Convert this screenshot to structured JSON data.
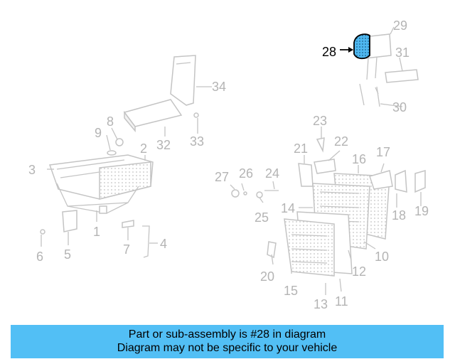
{
  "diagram": {
    "labels": {
      "l1": "1",
      "l2": "2",
      "l3": "3",
      "l4": "4",
      "l5": "5",
      "l6": "6",
      "l7": "7",
      "l8": "8",
      "l9": "9",
      "l10": "10",
      "l11": "11",
      "l12": "12",
      "l13": "13",
      "l14": "14",
      "l15": "15",
      "l16": "16",
      "l17": "17",
      "l18": "18",
      "l19": "19",
      "l20": "20",
      "l21": "21",
      "l22": "22",
      "l23": "23",
      "l24": "24",
      "l25": "25",
      "l26": "26",
      "l27": "27",
      "l28": "28",
      "l29": "29",
      "l30": "30",
      "l31": "31",
      "l32": "32",
      "l33": "33",
      "l34": "34"
    },
    "highlighted_part": "28",
    "highlight_color": "#4fb8f0"
  },
  "banner": {
    "line1": "Part or sub-assembly is #28 in diagram",
    "line2": "Diagram may not be specific to your vehicle",
    "color": "#52bff5"
  }
}
